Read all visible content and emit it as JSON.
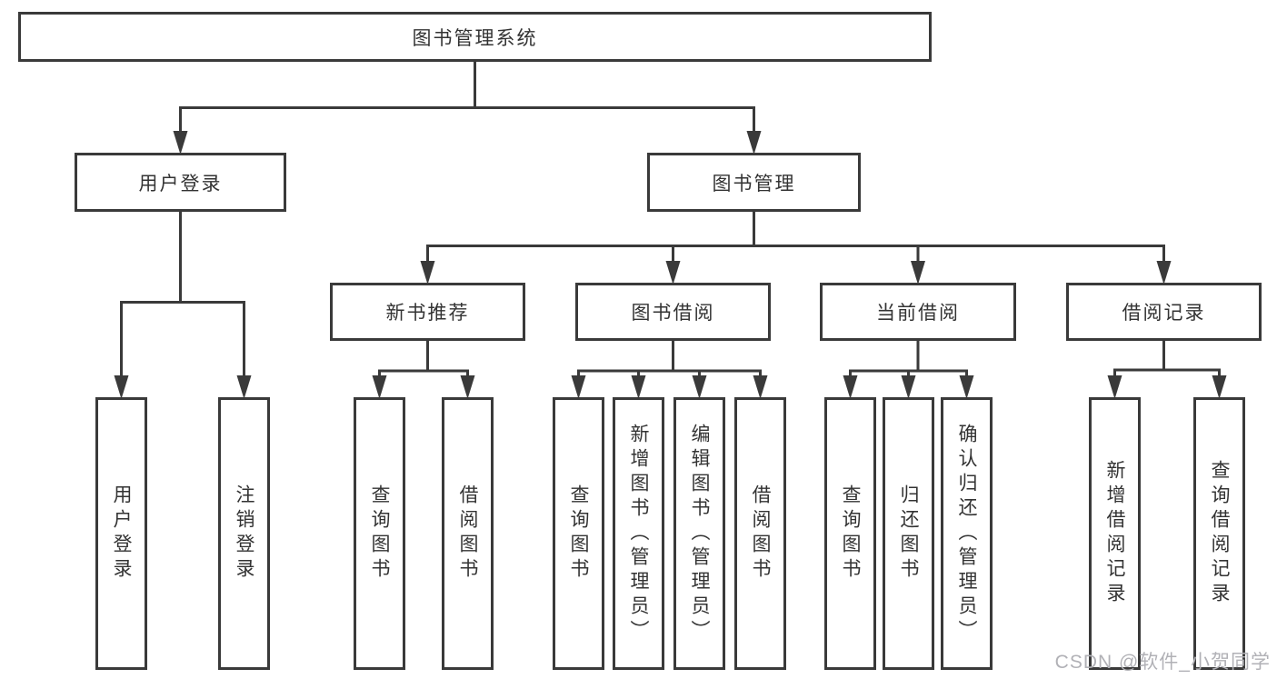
{
  "colors": {
    "line": "#3a3a3a",
    "text": "#333333",
    "watermark": "#b1b1b6"
  },
  "watermark": {
    "text": "CSDN @软件_小贺同学"
  },
  "diagram": {
    "root": {
      "label": "图书管理系统"
    },
    "level2": [
      {
        "label": "用户登录",
        "leaves": [
          "用户登录",
          "注销登录"
        ]
      },
      {
        "label": "图书管理",
        "children": [
          {
            "label": "新书推荐",
            "leaves": [
              "查询图书",
              "借阅图书"
            ]
          },
          {
            "label": "图书借阅",
            "leaves": [
              "查询图书",
              "新增图书（管理员）",
              "编辑图书（管理员）",
              "借阅图书"
            ]
          },
          {
            "label": "当前借阅",
            "leaves": [
              "查询图书",
              "归还图书",
              "确认归还（管理员）"
            ]
          },
          {
            "label": "借阅记录",
            "leaves": [
              "新增借阅记录",
              "查询借阅记录"
            ]
          }
        ]
      }
    ]
  }
}
